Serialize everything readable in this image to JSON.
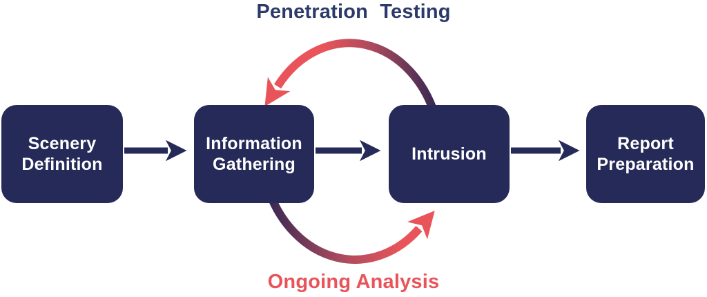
{
  "diagram": {
    "title": "Penetration Testing",
    "bottom_label": "Ongoing Analysis",
    "boxes": [
      {
        "id": "scenery-definition",
        "label": "Scenery\nDefinition"
      },
      {
        "id": "information-gathering",
        "label": "Information\nGathering"
      },
      {
        "id": "intrusion",
        "label": "Intrusion"
      },
      {
        "id": "report-preparation",
        "label": "Report\nPreparation"
      }
    ]
  },
  "colors": {
    "background": "#ffffff",
    "box_fill": "#252a58",
    "box_text": "#ffffff",
    "flow_arrow": "#252a58",
    "title_text": "#2b3a6a",
    "loop_red": "#e8545a",
    "loop_maroon": "#a84a5e",
    "loop_purple": "#2d2450",
    "bottom_label_text": "#e8545a"
  }
}
